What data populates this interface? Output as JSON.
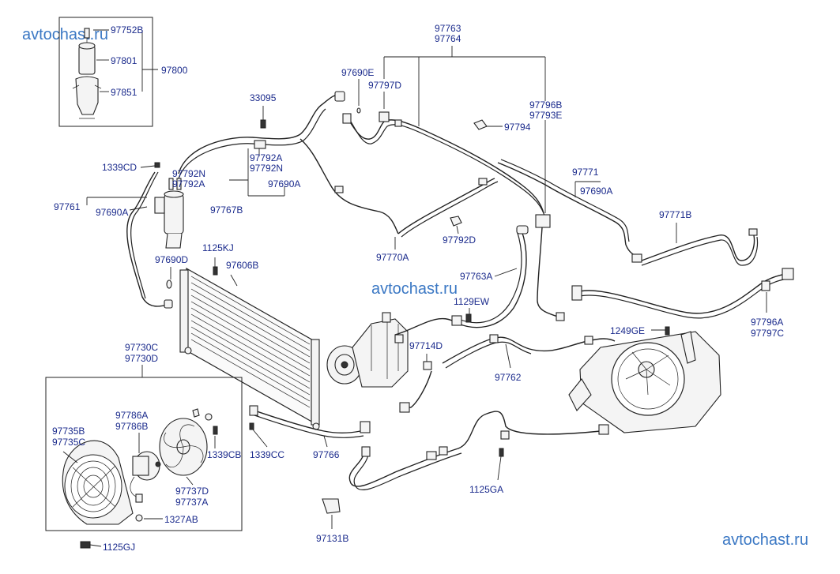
{
  "watermarks": [
    "avtochast.ru",
    "avtochast.ru",
    "avtochast.ru"
  ],
  "labels": {
    "l97752B": "97752B",
    "l97801": "97801",
    "l97800": "97800",
    "l97851": "97851",
    "l33095": "33095",
    "l1339CD": "1339CD",
    "l97761": "97761",
    "l97690A_a": "97690A",
    "l97792N": "97792N",
    "l97792A_a": "97792A",
    "l97792A_b": "97792A",
    "l97792N_b": "97792N",
    "l97690A_b": "97690A",
    "l97767B": "97767B",
    "l97763": "97763",
    "l97764": "97764",
    "l97690E": "97690E",
    "l97797D": "97797D",
    "l97796B": "97796B",
    "l97793E": "97793E",
    "l97794": "97794",
    "l97771": "97771",
    "l97690A_c": "97690A",
    "l97771B": "97771B",
    "l97792D": "97792D",
    "l97770A": "97770A",
    "l1125KJ": "1125KJ",
    "l97690D": "97690D",
    "l97606B": "97606B",
    "l97763A": "97763A",
    "l1129EW": "1129EW",
    "l97796A": "97796A",
    "l97797C": "97797C",
    "l1249GE": "1249GE",
    "l97714D": "97714D",
    "l97762": "97762",
    "l97730C": "97730C",
    "l97730D": "97730D",
    "l97786A": "97786A",
    "l97786B": "97786B",
    "l97735B": "97735B",
    "l97735C": "97735C",
    "l1339CB": "1339CB",
    "l1339CC": "1339CC",
    "l97766": "97766",
    "l97737D": "97737D",
    "l97737A": "97737A",
    "l1327AB": "1327AB",
    "l1125GJ": "1125GJ",
    "l1125GA": "1125GA",
    "l97131B": "97131B"
  }
}
